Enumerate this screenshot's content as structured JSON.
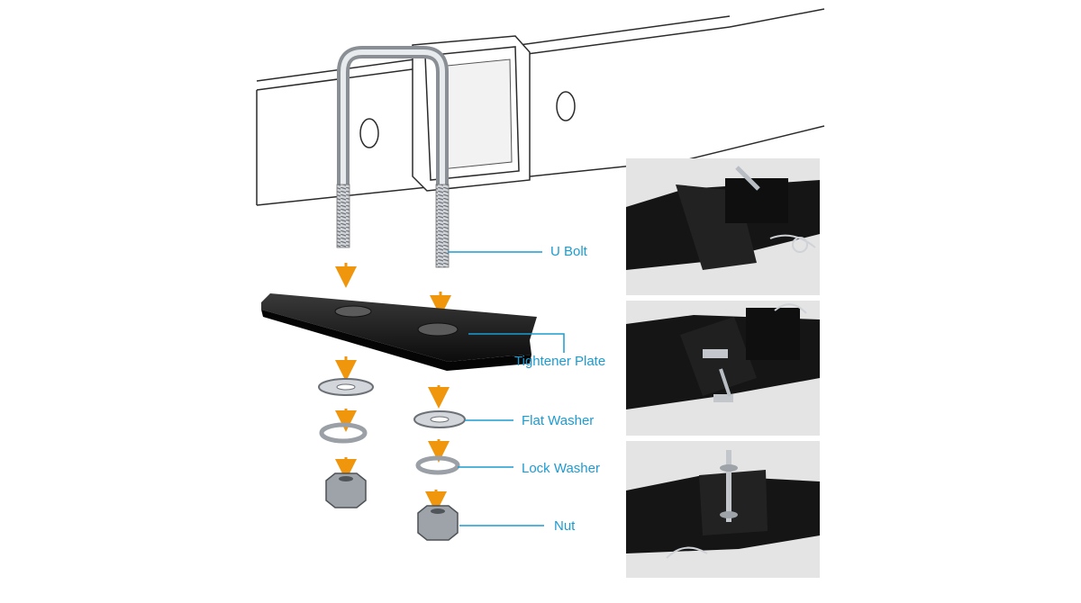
{
  "labels": {
    "u_bolt": "U Bolt",
    "tightener_plate": "Tightener Plate",
    "flat_washer": "Flat Washer",
    "lock_washer": "Lock Washer",
    "nut": "Nut"
  },
  "colors": {
    "callout": "#1d9bd1",
    "arrow": "#f0960c",
    "steel": "#b8bcc2",
    "plate": "#1a1a1a",
    "photo_bg": "#e4e4e4"
  }
}
